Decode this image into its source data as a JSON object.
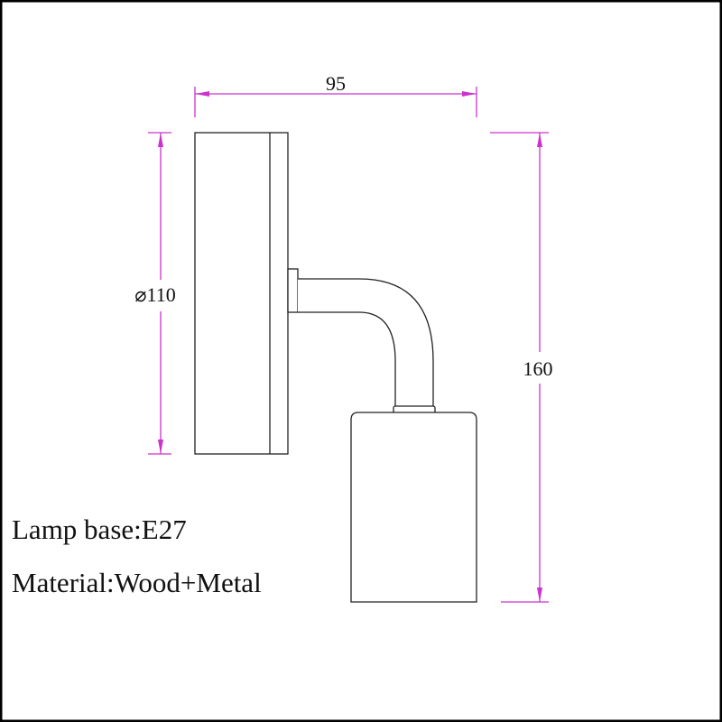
{
  "dimensions": {
    "width": "95",
    "diameter": "⌀110",
    "height": "160"
  },
  "specs": {
    "lamp_base": "Lamp base:E27",
    "material": "Material:Wood+Metal"
  },
  "colors": {
    "dimension_line": "#cc33cc",
    "outline": "#222222",
    "background": "#ffffff",
    "frame": "#000000"
  }
}
